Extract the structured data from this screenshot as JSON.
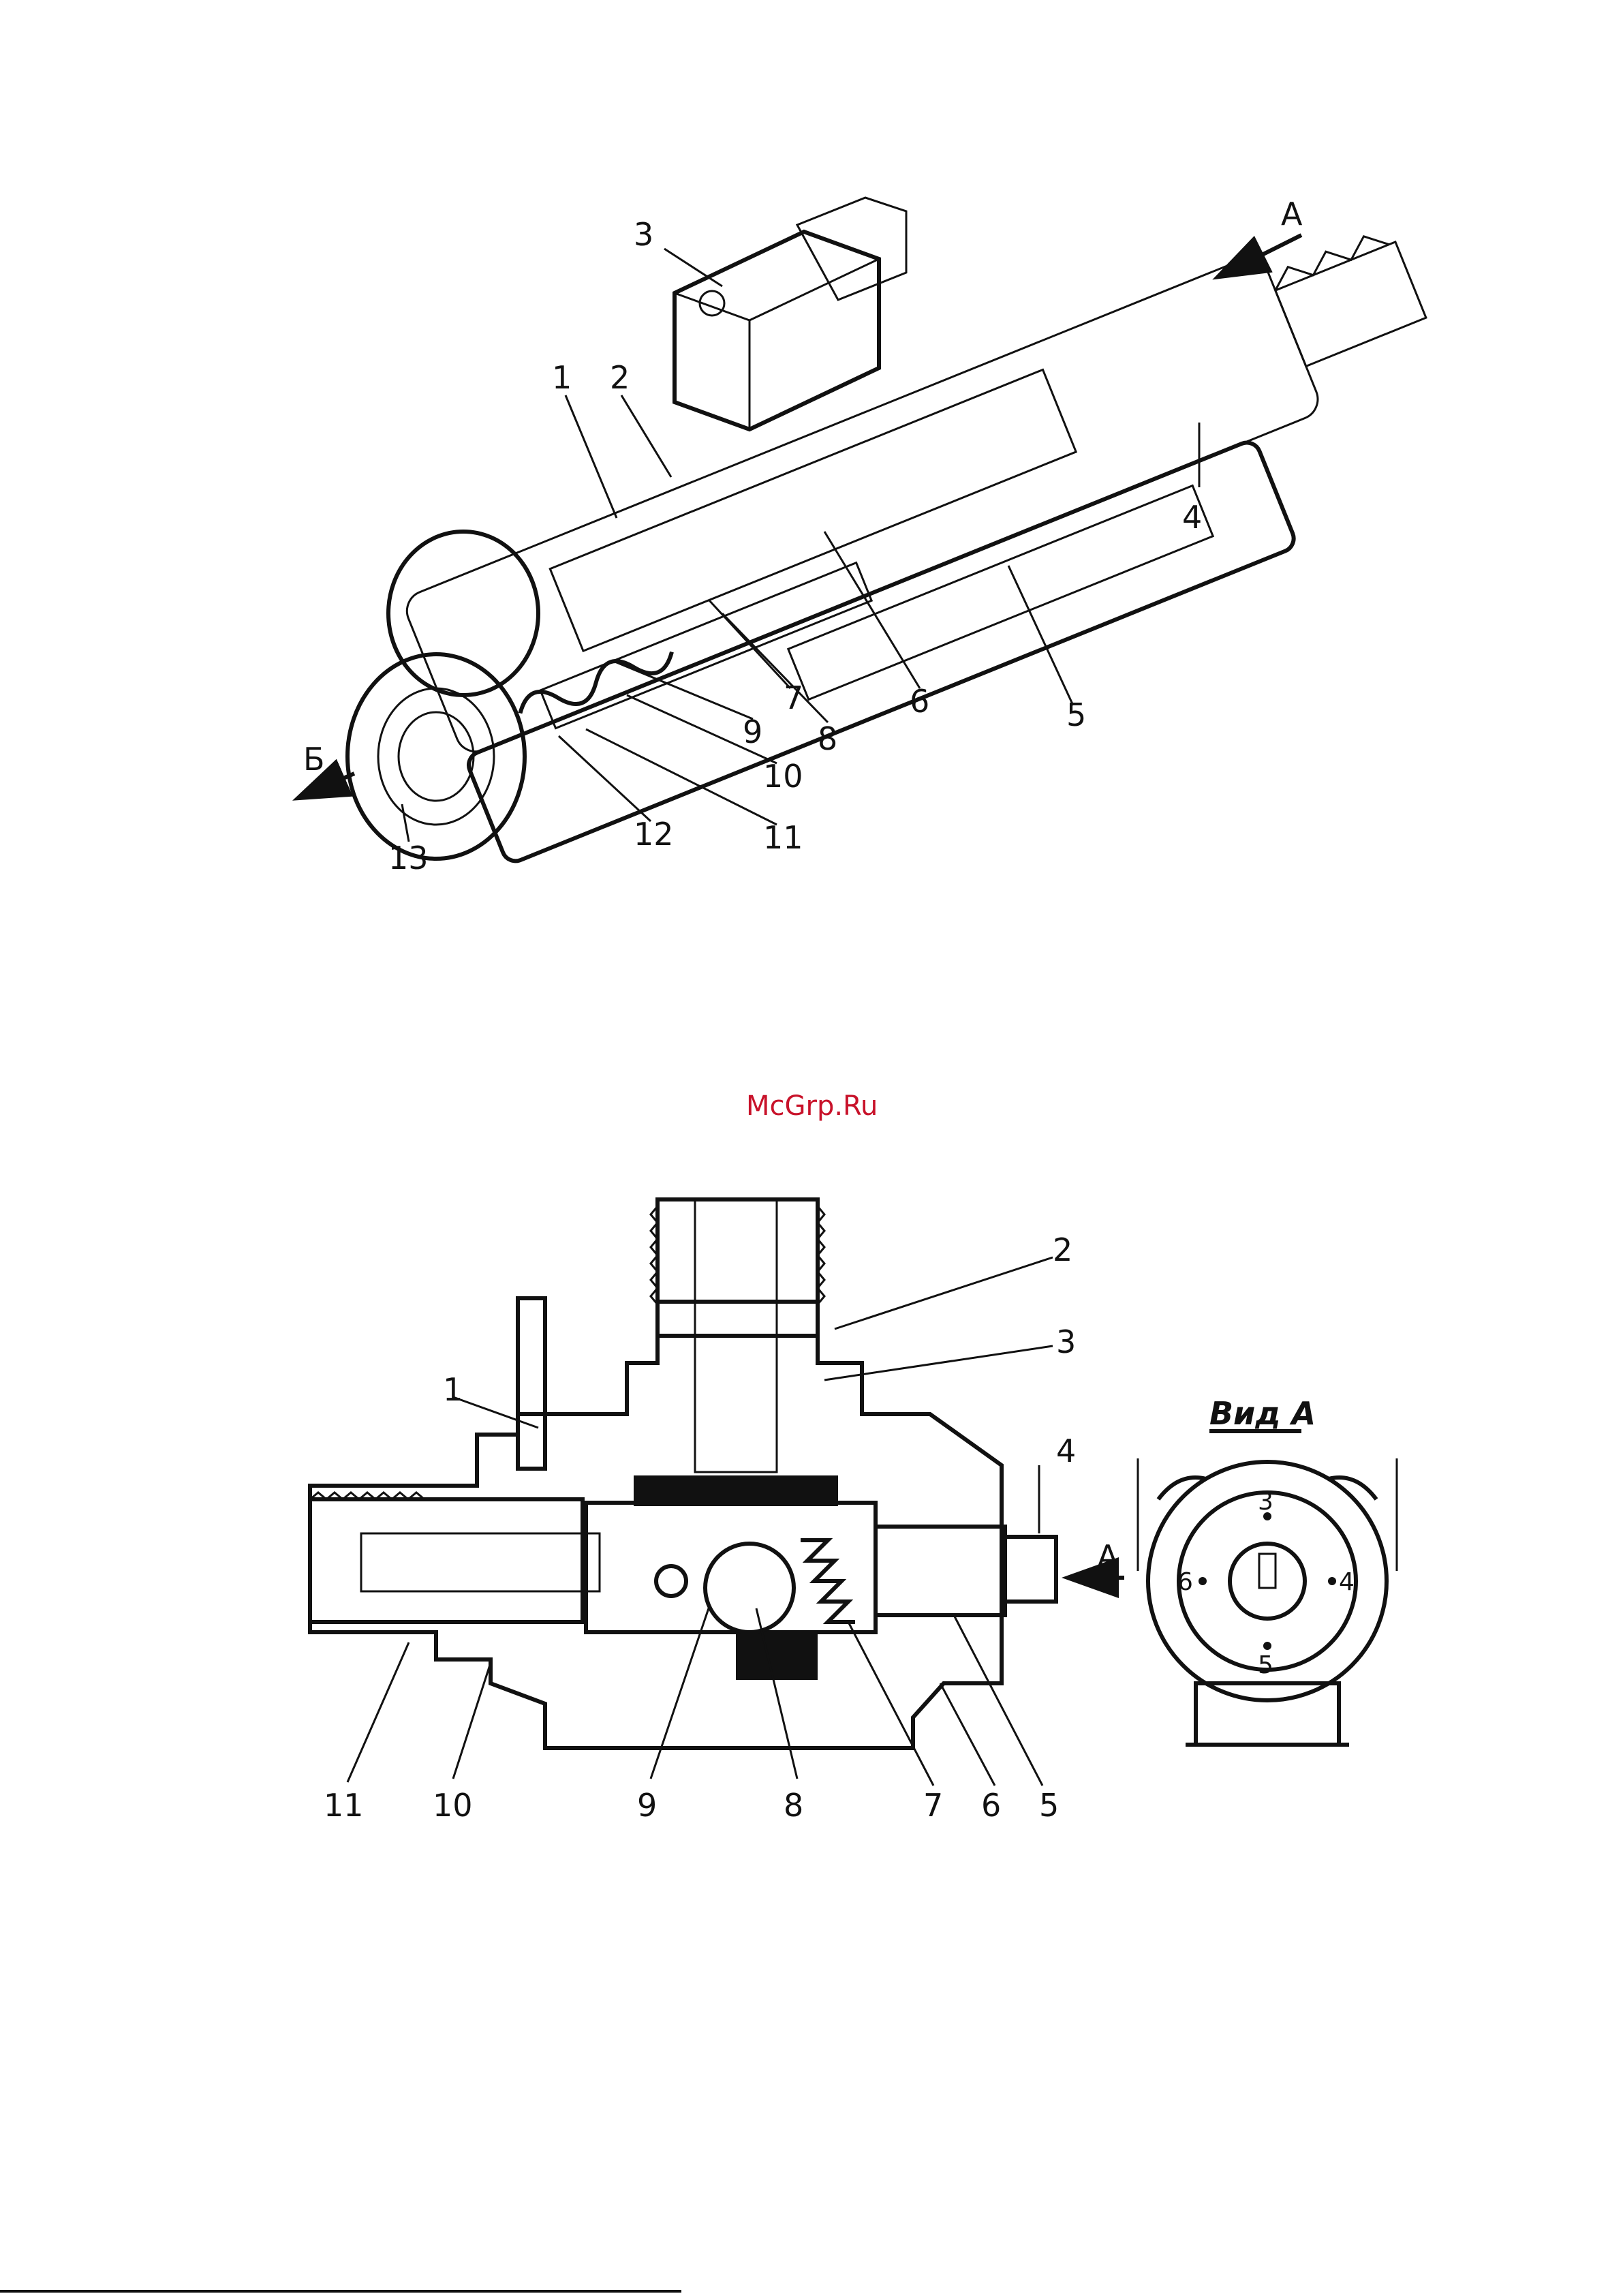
{
  "watermark": "McGrp.Ru",
  "figure_top": {
    "labels": [
      "1",
      "2",
      "3",
      "4",
      "5",
      "6",
      "7",
      "8",
      "9",
      "10",
      "11",
      "12",
      "13"
    ],
    "flow_in": "А",
    "flow_out": "Б"
  },
  "figure_bottom": {
    "labels": [
      "1",
      "2",
      "3",
      "4",
      "5",
      "6",
      "7",
      "8",
      "9",
      "10",
      "11"
    ],
    "arrow_label": "А",
    "view_title": "Вид А",
    "view_marks": [
      "3",
      "4",
      "5",
      "6"
    ]
  }
}
